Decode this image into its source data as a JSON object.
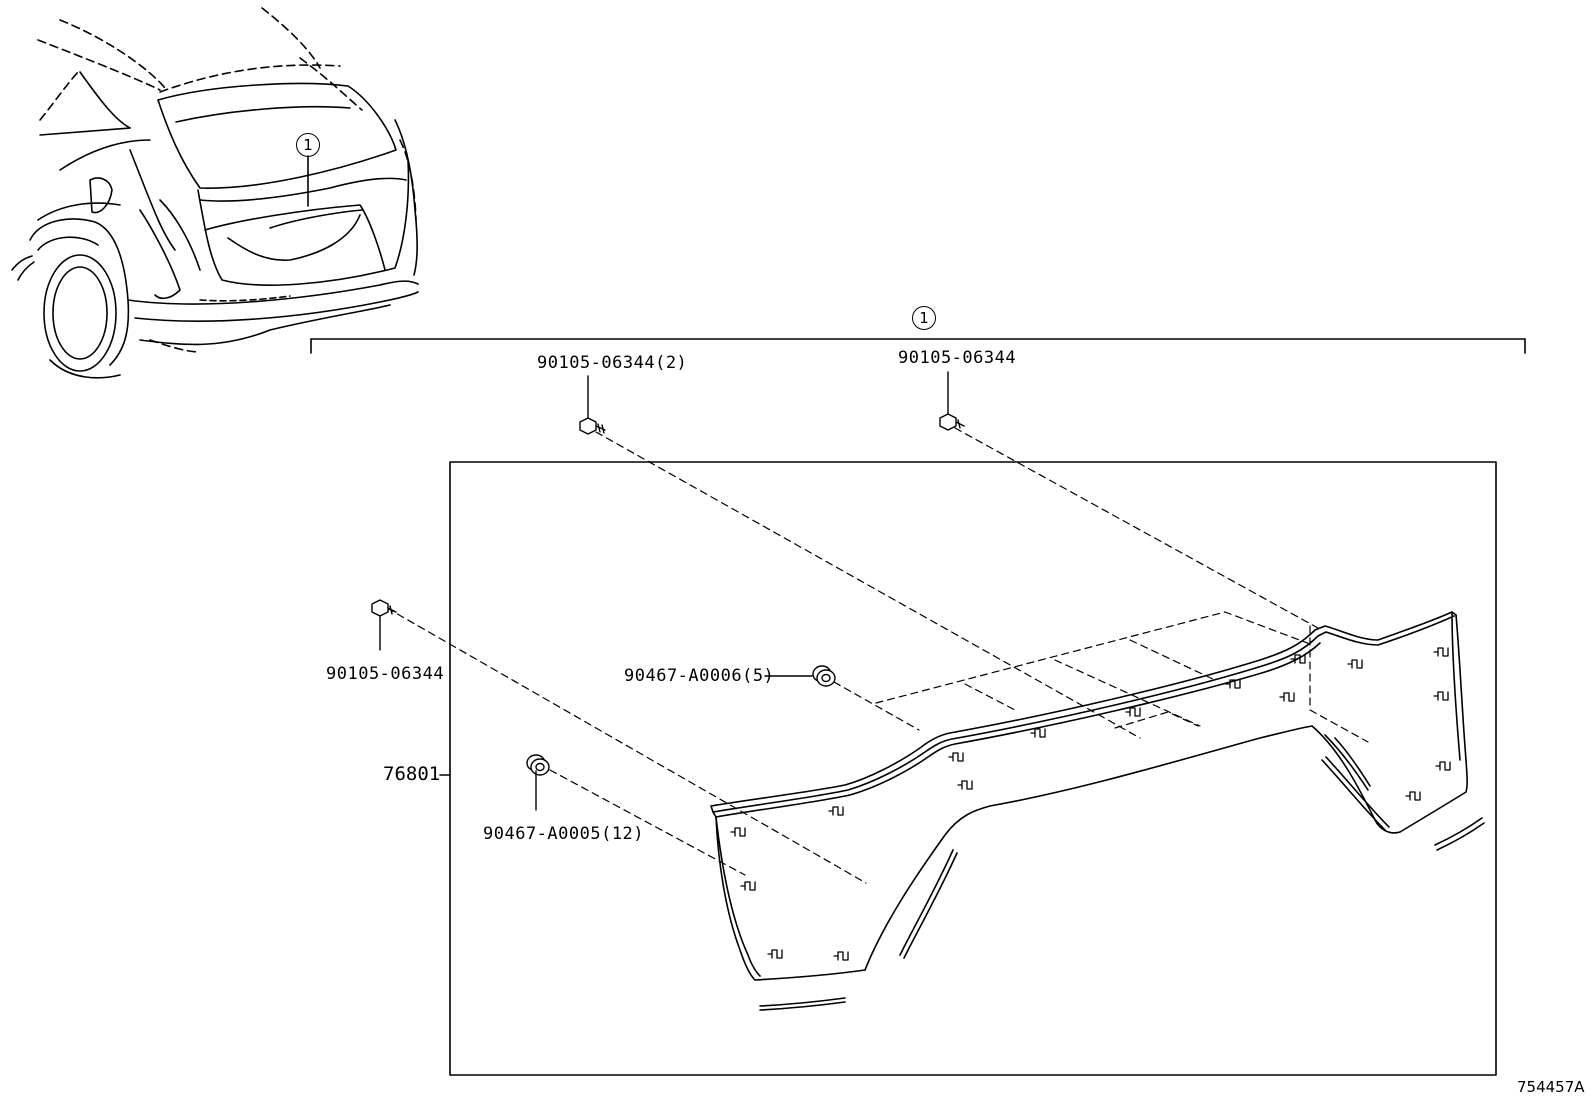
{
  "callout": {
    "number": "1"
  },
  "parts": {
    "bolt_top_left": "90105-06344(2)",
    "bolt_top_right": "90105-06344",
    "bolt_left": "90105-06344",
    "clip_a0006": "90467-A0006(5)",
    "clip_a0005": "90467-A0005(12)",
    "garnish": "76801"
  },
  "figure_id": "754457A"
}
